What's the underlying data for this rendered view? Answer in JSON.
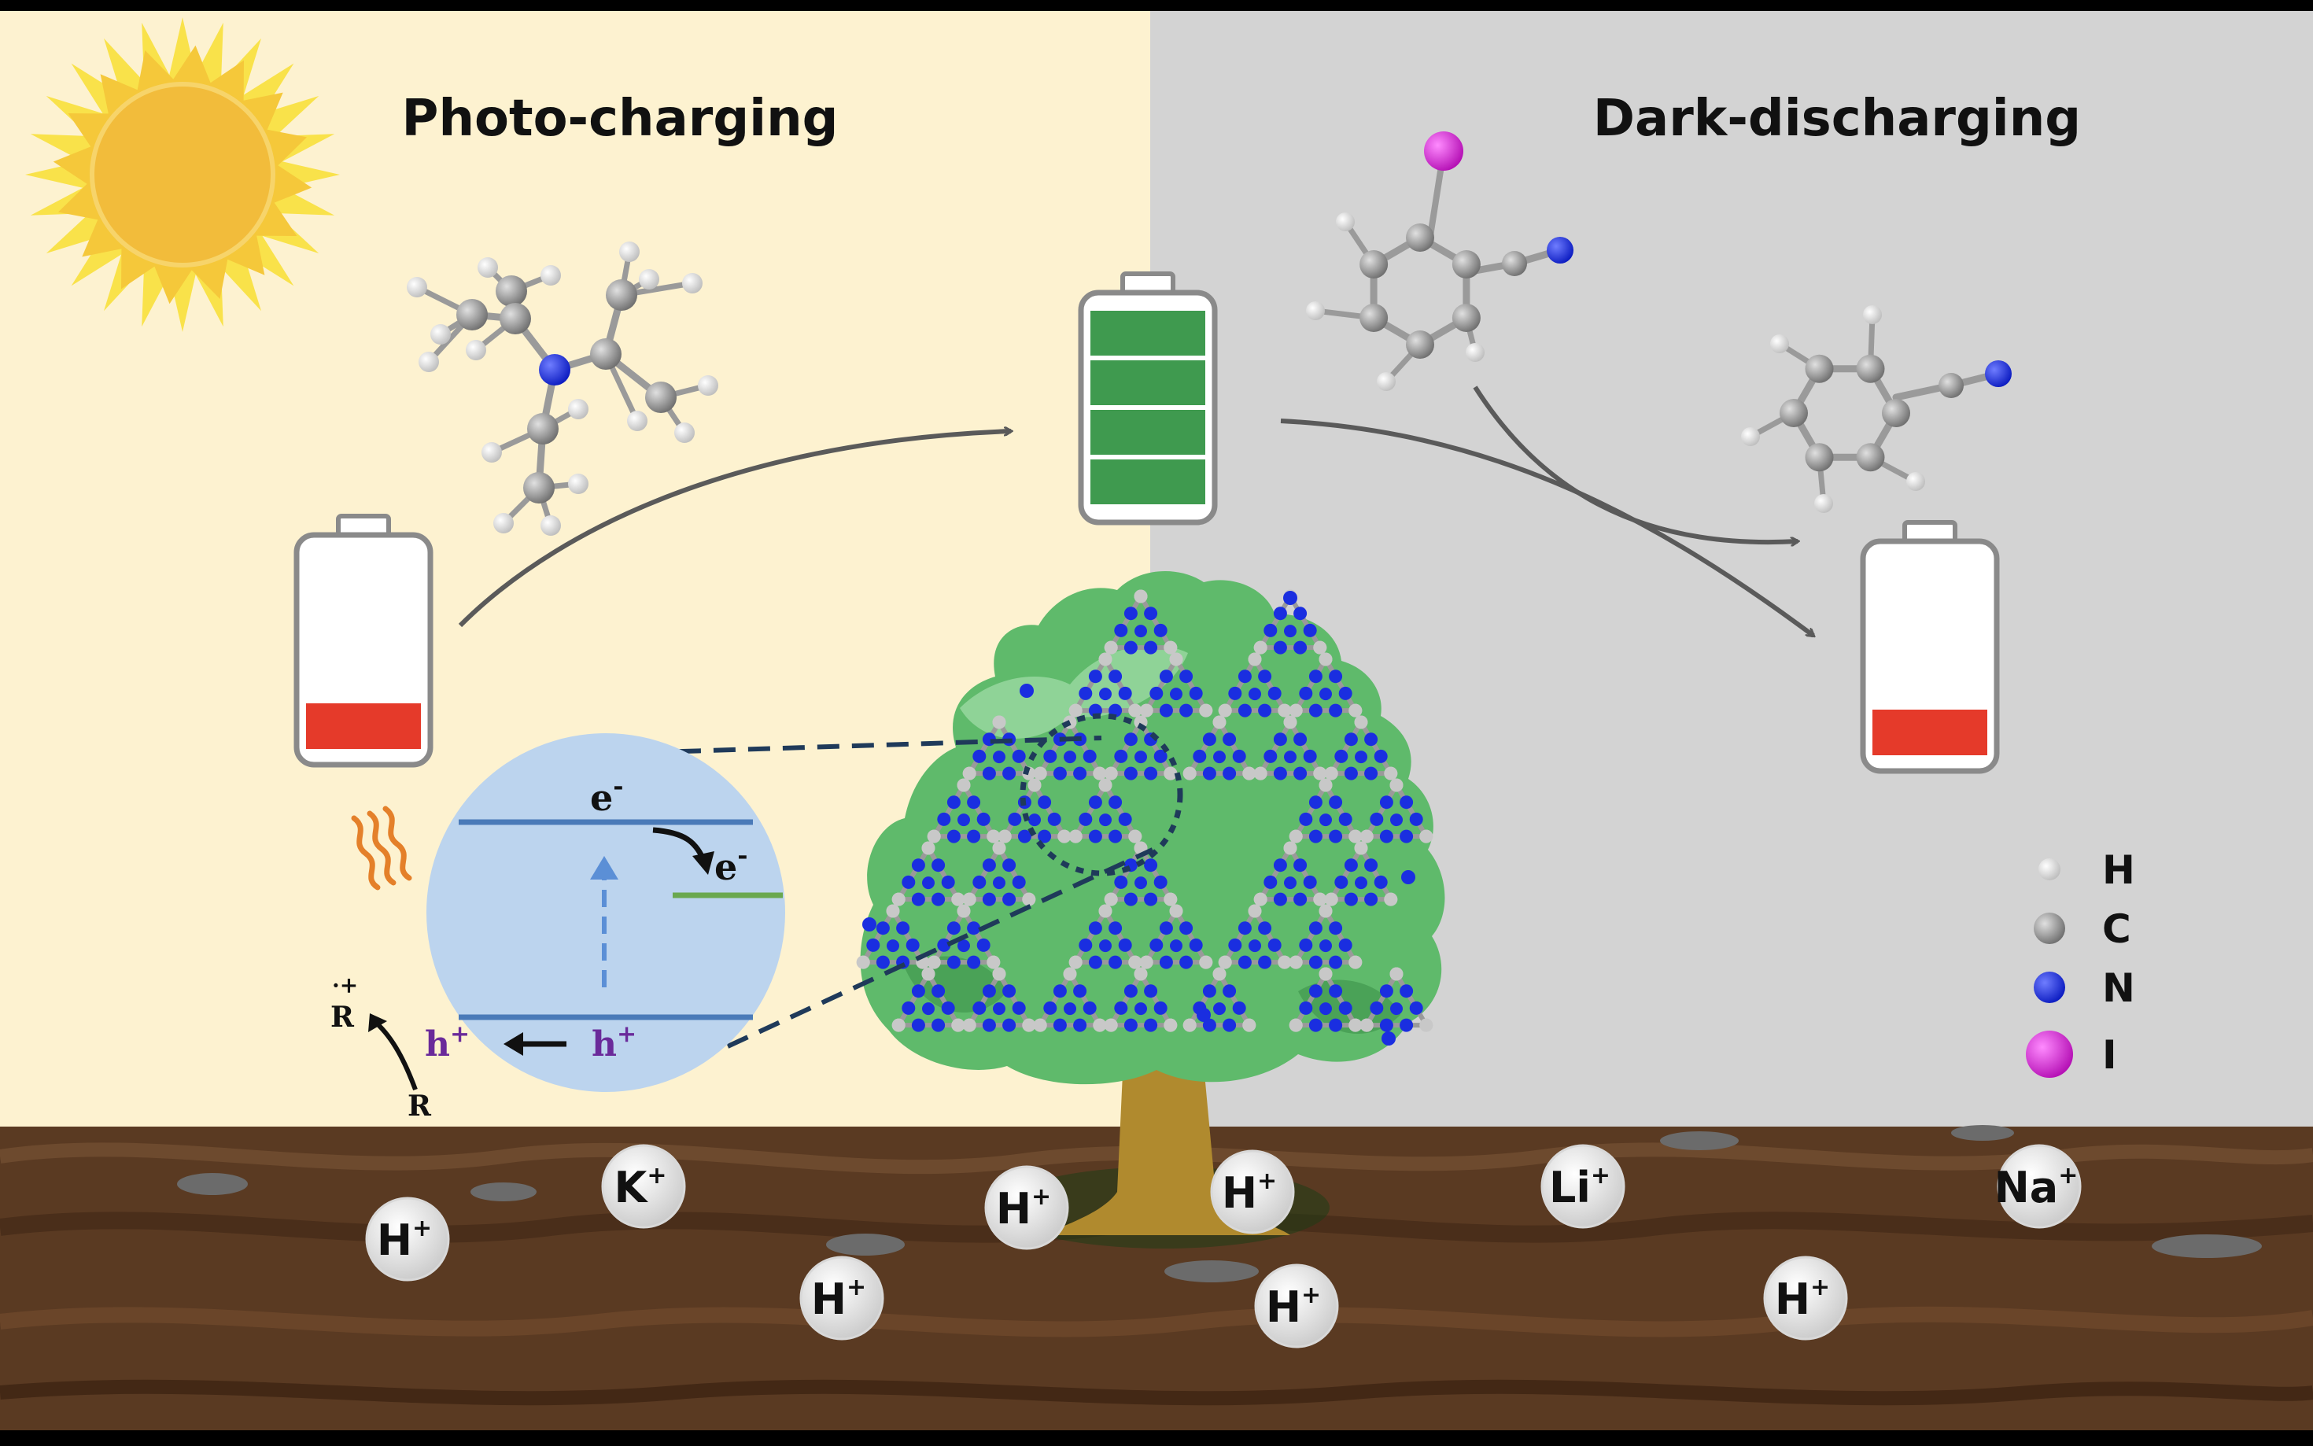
{
  "titles": {
    "left": "Photo-charging",
    "right": "Dark-discharging"
  },
  "band_diagram": {
    "electron_cb": "e",
    "electron_cb_sup": "-",
    "electron_trap": "e",
    "electron_trap_sup": "-",
    "hole_vb": "h",
    "hole_vb_sup": "+",
    "hole_left": "h",
    "hole_left_sup": "+",
    "radical": "R",
    "radical_mark": "·+",
    "reagent": "R"
  },
  "batteries": {
    "start_level": 0.3,
    "charged_level": 1.0,
    "end_level": 0.3
  },
  "ions": [
    {
      "text": "H",
      "sup": "+"
    },
    {
      "text": "K",
      "sup": "+"
    },
    {
      "text": "H",
      "sup": "+"
    },
    {
      "text": "H",
      "sup": "+"
    },
    {
      "text": "H",
      "sup": "+"
    },
    {
      "text": "H",
      "sup": "+"
    },
    {
      "text": "Li",
      "sup": "+"
    },
    {
      "text": "H",
      "sup": "+"
    },
    {
      "text": "Na",
      "sup": "+"
    }
  ],
  "legend": [
    {
      "label": "H",
      "color": "#ffffff"
    },
    {
      "label": "C",
      "color": "#9a9a9a"
    },
    {
      "label": "N",
      "color": "#1a2ee0"
    },
    {
      "label": "I",
      "color": "#e020e0"
    }
  ],
  "colors": {
    "left_bg": "#fdf2d0",
    "right_bg": "#d3d3d3",
    "soil": "#5a3a22",
    "battery_full": "#3f9a4f",
    "battery_low": "#e53a2a",
    "sun": "#f6c234",
    "semiconductor": "#bcd4ee"
  },
  "icons": {
    "sun": "sun-icon",
    "heat": "heat-waves-icon"
  }
}
